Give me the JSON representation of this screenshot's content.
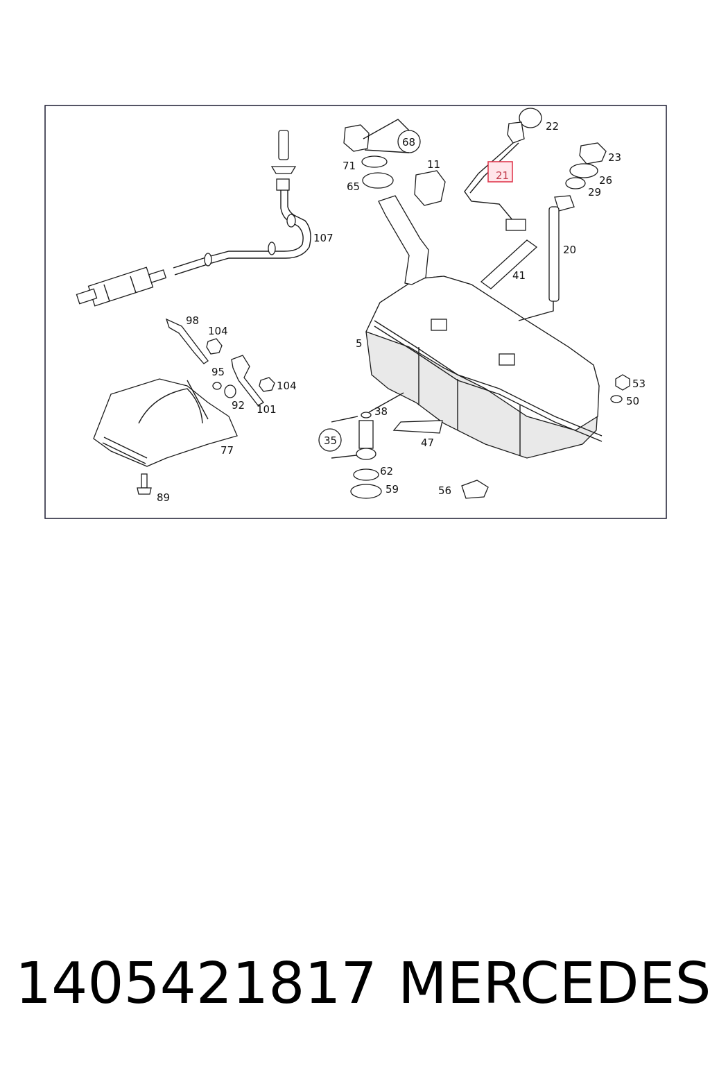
{
  "diagram": {
    "callouts": {
      "c5": "5",
      "c11": "11",
      "c20": "20",
      "c21": "21",
      "c22": "22",
      "c23": "23",
      "c26": "26",
      "c29": "29",
      "c35": "35",
      "c38": "38",
      "c41": "41",
      "c47": "47",
      "c50": "50",
      "c53": "53",
      "c56": "56",
      "c59": "59",
      "c62": "62",
      "c65": "65",
      "c68": "68",
      "c71": "71",
      "c77": "77",
      "c89": "89",
      "c92": "92",
      "c95": "95",
      "c98": "98",
      "c101": "101",
      "c104a": "104",
      "c104b": "104",
      "c107": "107"
    },
    "highlighted_part": "21",
    "highlight_color": "#e0394f"
  },
  "footer": {
    "part_number": "1405421817",
    "brand": "MERCEDES"
  }
}
